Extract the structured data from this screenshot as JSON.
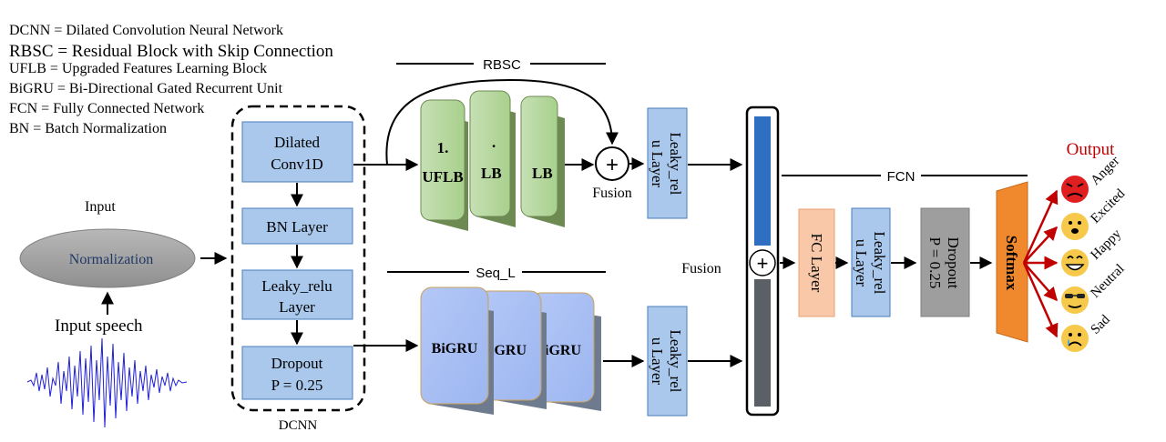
{
  "legend": [
    "DCNN = Dilated Convolution Neural Network",
    "RBSC = Residual Block with Skip Connection",
    "UFLB = Upgraded Features Learning Block",
    "BiGRU = Bi-Directional Gated Recurrent Unit",
    "FCN = Fully Connected Network",
    "BN = Batch Normalization"
  ],
  "input": {
    "label": "Input",
    "normalization": "Normalization",
    "speech_label": "Input speech"
  },
  "dcnn": {
    "label": "DCNN",
    "blocks": {
      "dilated_1": "Dilated",
      "dilated_2": "Conv1D",
      "bn": "BN Layer",
      "leaky_1": "Leaky_relu",
      "leaky_2": "Layer",
      "dropout_1": "Dropout",
      "dropout_2": "P = 0.25"
    }
  },
  "rbsc": {
    "label": "RBSC",
    "uflb_1": "1.",
    "uflb_2": "UFLB",
    "uflb_mid_a": ".",
    "uflb_mid_b": "LB",
    "uflb_back": "LB",
    "fusion": "Fusion",
    "plus": "+"
  },
  "seq": {
    "label": "Seq_L",
    "bigru_front": "BiGRU",
    "bigru_mid": "iGRU",
    "bigru_back": "iGRU"
  },
  "leaky_top": {
    "line1": "Leaky_rel",
    "line2": "u Layer"
  },
  "leaky_bottom": {
    "line1": "Leaky_rel",
    "line2": "u Layer"
  },
  "fusion_center": {
    "label": "Fusion",
    "plus": "+"
  },
  "fcn": {
    "label": "FCN",
    "fc_layer": "FC Layer",
    "leaky_1": "Leaky_rel",
    "leaky_2": "u Layer",
    "dropout_1": "Dropout",
    "dropout_2": "P = 0.25",
    "softmax": "Softmax"
  },
  "output": {
    "title": "Output",
    "emotions": [
      "Anger",
      "Excited",
      "Happy",
      "Neutral",
      "Sad"
    ]
  },
  "colors": {
    "blue_box": "#a9c8ec",
    "blue_border": "#4a7ebb",
    "green_block": "#a8d08d",
    "bigru_block": "#a9c0f5",
    "fc_orange": "#f8c8a8",
    "dropout_gray": "#9e9e9e",
    "softmax": "#f0892e",
    "ellipse": "#a6a6a6",
    "output_red": "#c00000",
    "waveform": "#1f1fd6"
  }
}
